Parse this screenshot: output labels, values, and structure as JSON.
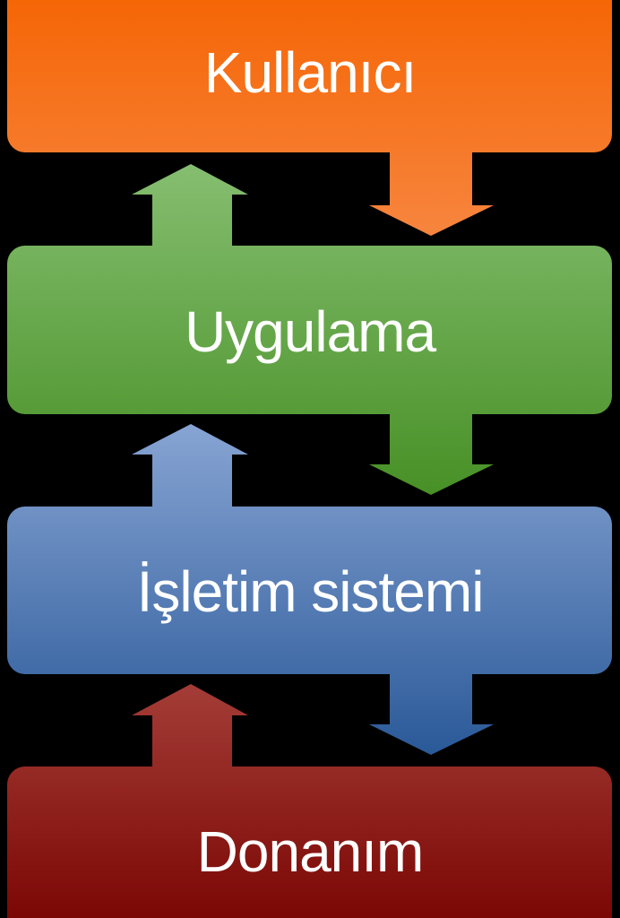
{
  "diagram": {
    "background": "#000000",
    "text_color": "#ffffff",
    "layers": [
      {
        "id": "kullanici",
        "label": "Kullanıcı",
        "gradient_top": "#f56301",
        "gradient_bottom": "#f7853e"
      },
      {
        "id": "uygulama",
        "label": "Uygulama",
        "gradient_top": "#86be70",
        "gradient_bottom": "#479026"
      },
      {
        "id": "isletim-sistemi",
        "label": "İşletim sistemi",
        "gradient_top": "#87a4d3",
        "gradient_bottom": "#2a5998"
      },
      {
        "id": "donanim",
        "label": "Donanım",
        "gradient_top": "#a43d37",
        "gradient_bottom": "#780301"
      }
    ],
    "arrows": [
      {
        "from": "Kullanıcı",
        "to": "Uygulama",
        "direction": "down"
      },
      {
        "from": "Uygulama",
        "to": "Kullanıcı",
        "direction": "up"
      },
      {
        "from": "Uygulama",
        "to": "İşletim sistemi",
        "direction": "down"
      },
      {
        "from": "İşletim sistemi",
        "to": "Uygulama",
        "direction": "up"
      },
      {
        "from": "İşletim sistemi",
        "to": "Donanım",
        "direction": "down"
      },
      {
        "from": "Donanım",
        "to": "İşletim sistemi",
        "direction": "up"
      }
    ]
  }
}
